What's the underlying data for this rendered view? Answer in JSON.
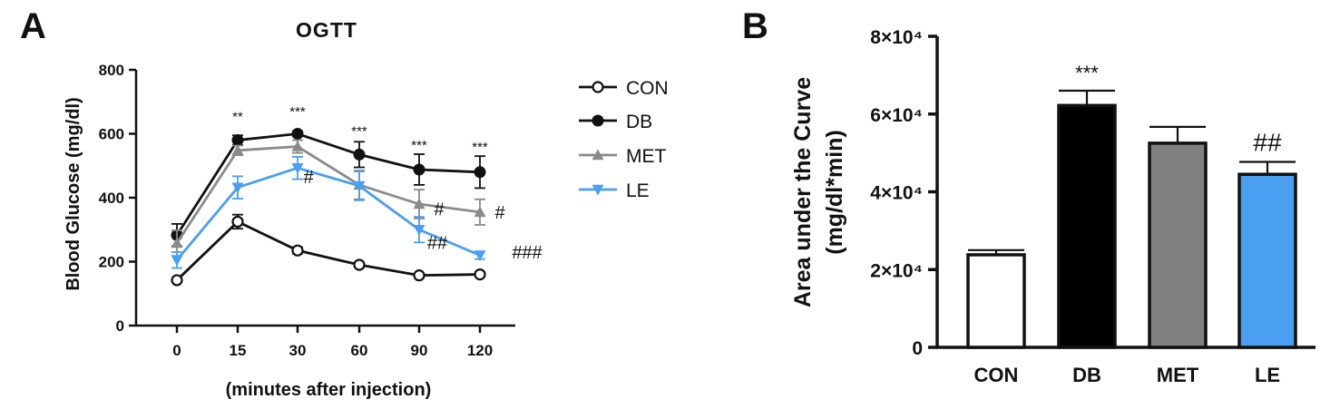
{
  "chart_data": [
    {
      "panel": "A",
      "type": "line",
      "title": "OGTT",
      "xlabel": "(minutes after injection)",
      "ylabel": "Blood Glucose (mg/dl)",
      "x": [
        "0",
        "15",
        "30",
        "60",
        "90",
        "120"
      ],
      "ylim": [
        0,
        800
      ],
      "yticks": [
        "0",
        "200",
        "400",
        "600",
        "800"
      ],
      "grid": false,
      "legend_position": "right",
      "series": [
        {
          "name": "CON",
          "marker": "open-circle",
          "color": "#111111",
          "values": [
            142,
            325,
            235,
            190,
            157,
            160
          ],
          "errors": [
            6,
            22,
            10,
            8,
            6,
            6
          ]
        },
        {
          "name": "DB",
          "marker": "filled-circle",
          "color": "#111111",
          "values": [
            283,
            580,
            600,
            535,
            488,
            480
          ],
          "errors": [
            35,
            15,
            8,
            40,
            48,
            50
          ]
        },
        {
          "name": "MET",
          "marker": "triangle-up",
          "color": "#8a8a8a",
          "values": [
            258,
            548,
            560,
            440,
            380,
            355
          ],
          "errors": [
            40,
            15,
            20,
            45,
            45,
            40
          ]
        },
        {
          "name": "LE",
          "marker": "triangle-down",
          "color": "#4a9ff0",
          "values": [
            205,
            432,
            493,
            437,
            300,
            220
          ],
          "errors": [
            25,
            35,
            35,
            45,
            40,
            12
          ]
        }
      ],
      "annotations": [
        {
          "x": "15",
          "y": 640,
          "text": "**",
          "size": "small"
        },
        {
          "x": "30",
          "y": 655,
          "text": "***",
          "size": "small"
        },
        {
          "x": "60",
          "y": 595,
          "text": "***",
          "size": "small"
        },
        {
          "x": "90",
          "y": 550,
          "text": "***",
          "size": "small"
        },
        {
          "x": "120",
          "y": 545,
          "text": "***",
          "size": "small"
        },
        {
          "x": "30",
          "y": 445,
          "text": "#",
          "size": "large",
          "dx": 12
        },
        {
          "x": "90",
          "y": 345,
          "text": "#",
          "size": "large",
          "dx": 22
        },
        {
          "x": "120",
          "y": 335,
          "text": "#",
          "size": "large",
          "dx": 22
        },
        {
          "x": "90",
          "y": 240,
          "text": "##",
          "size": "large",
          "dx": 20
        },
        {
          "x": "120",
          "y": 210,
          "text": "###",
          "size": "large",
          "dx": 52
        }
      ]
    },
    {
      "panel": "B",
      "type": "bar",
      "title": "",
      "xlabel": "",
      "ylabel": "Area under the Curve (mg/dl*min)",
      "ylabel_lines": [
        "Area under the Curve",
        "(mg/dl*min)"
      ],
      "categories": [
        "CON",
        "DB",
        "MET",
        "LE"
      ],
      "values": [
        23800,
        62200,
        52500,
        44500
      ],
      "errors": [
        1200,
        3800,
        4200,
        3200
      ],
      "colors": [
        "#ffffff",
        "#000000",
        "#808080",
        "#4a9ff0"
      ],
      "ylim": [
        0,
        80000
      ],
      "yticks": [
        {
          "value": 0,
          "label": "0"
        },
        {
          "value": 20000,
          "label": "2×10⁴"
        },
        {
          "value": 40000,
          "label": "4×10⁴"
        },
        {
          "value": 60000,
          "label": "6×10⁴"
        },
        {
          "value": 80000,
          "label": "8×10⁴"
        }
      ],
      "grid": false,
      "annotations": [
        {
          "category": "DB",
          "text": "***"
        },
        {
          "category": "LE",
          "text": "##"
        }
      ]
    }
  ]
}
